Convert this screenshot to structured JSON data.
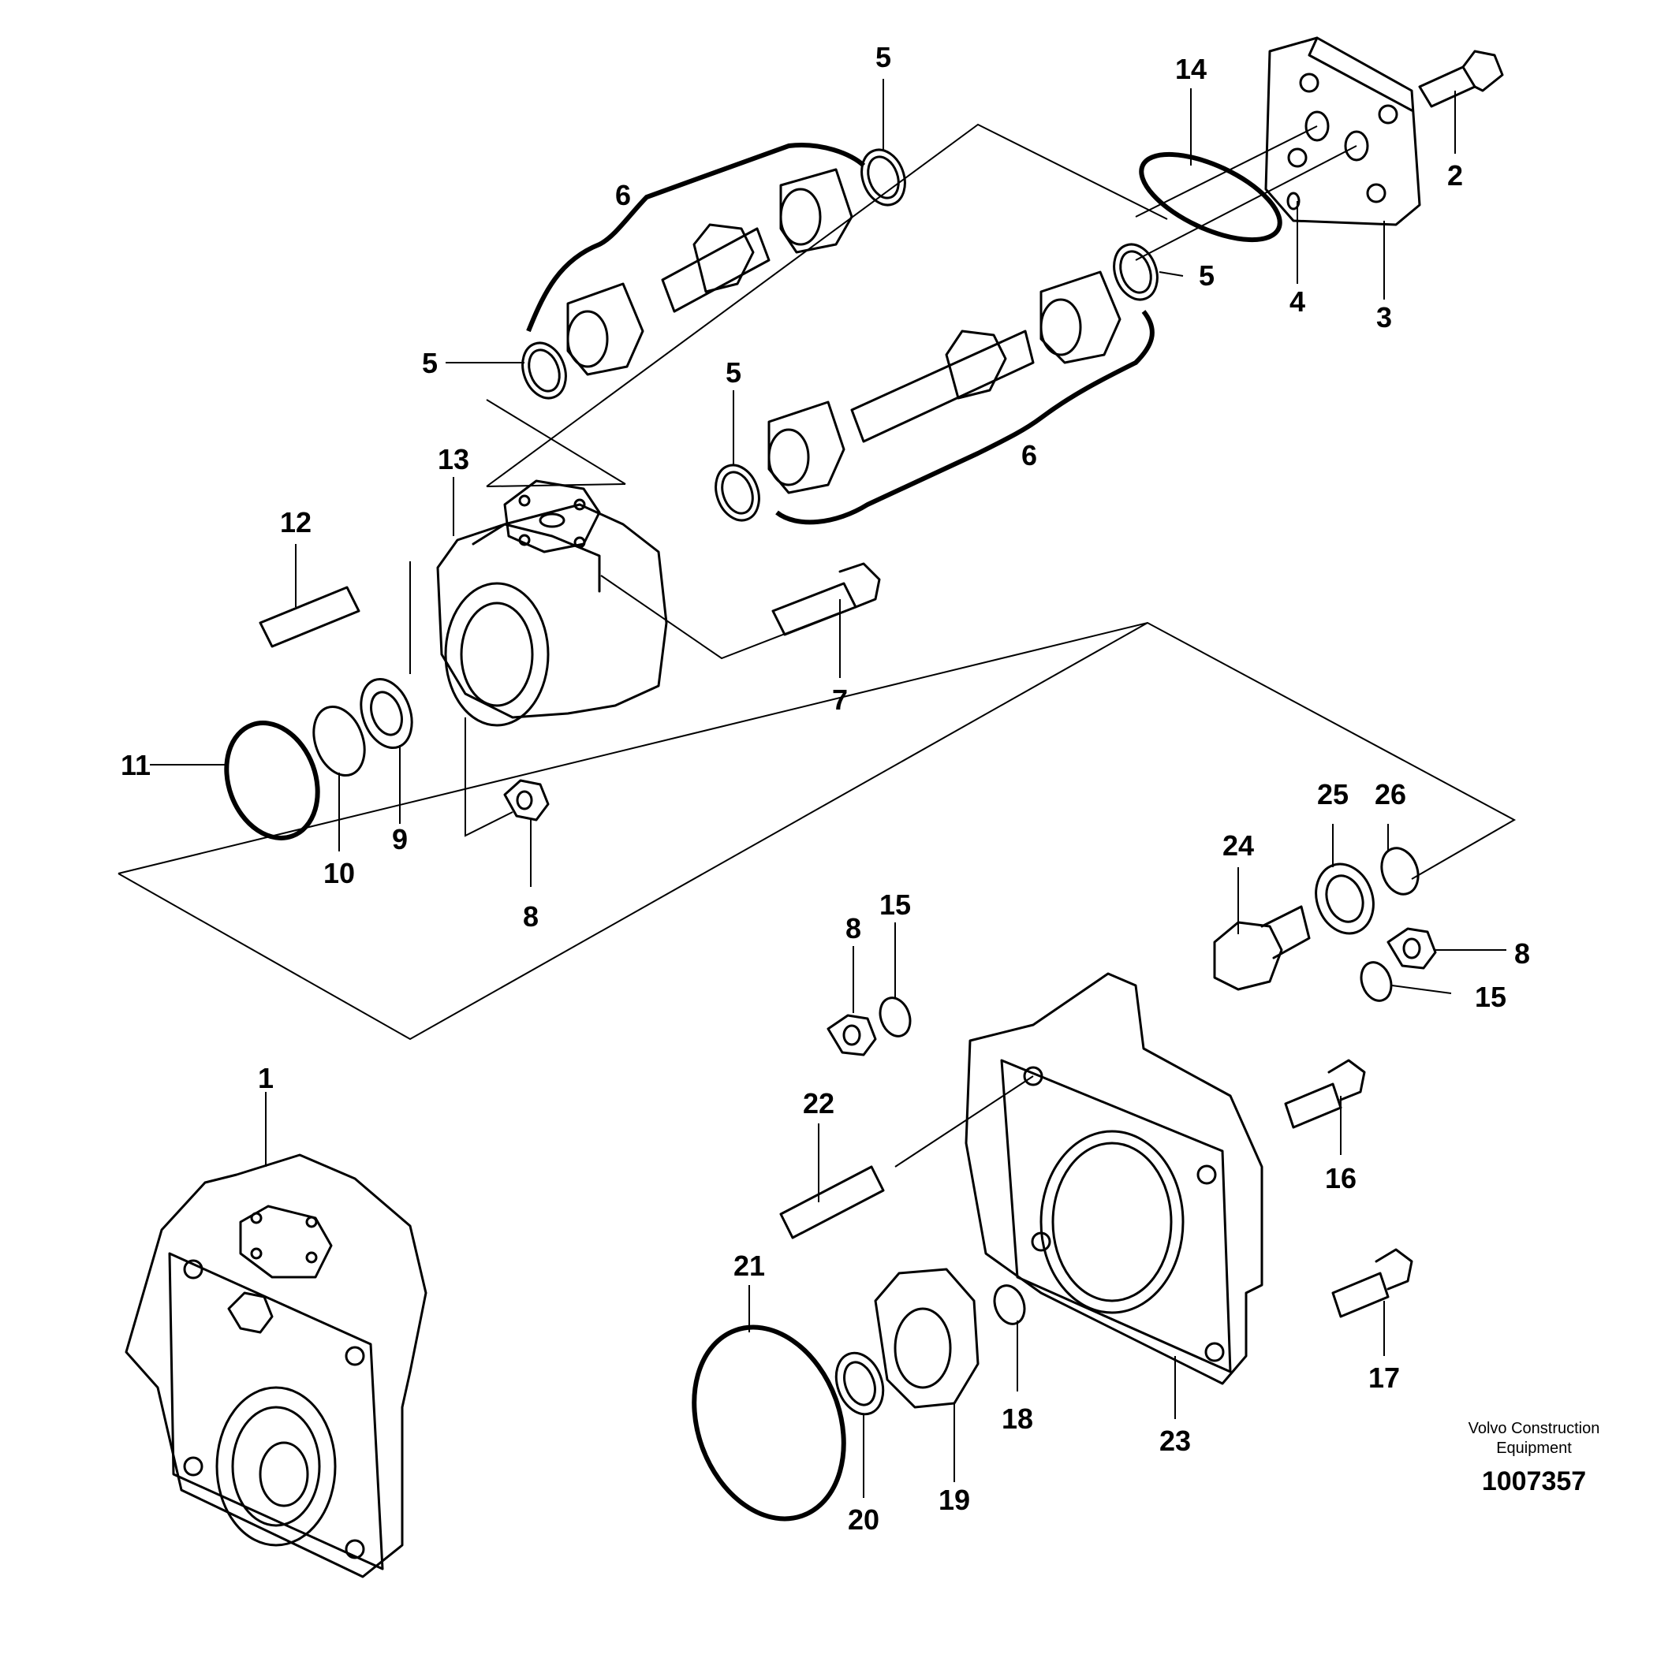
{
  "callouts": [
    "1",
    "2",
    "3",
    "4",
    "5",
    "6",
    "7",
    "8",
    "9",
    "10",
    "11",
    "12",
    "13",
    "14",
    "15",
    "16",
    "17",
    "18",
    "19",
    "20",
    "21",
    "22",
    "23",
    "24",
    "25",
    "26"
  ],
  "credit": {
    "line1": "Volvo Construction",
    "line2": "Equipment"
  },
  "document_number": "1007357"
}
